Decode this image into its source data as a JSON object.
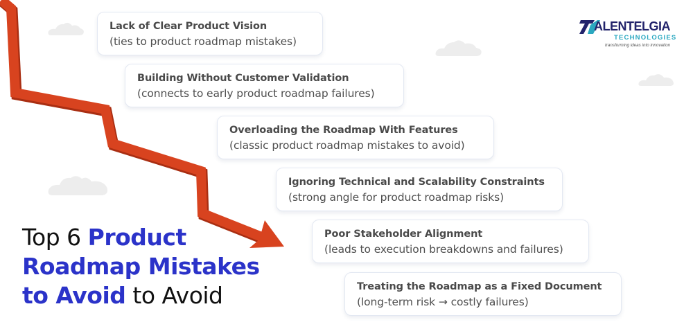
{
  "brand": {
    "name": "TALENTELGIA",
    "name_rest": "ALENTELGIA",
    "sub": "TECHNOLOGIES",
    "tagline": "transforming ideas into innovation",
    "colors": {
      "navy": "#22236b",
      "teal": "#2aa8c0"
    }
  },
  "headline": {
    "prefix": "Top 6 ",
    "highlight_line1": "Product",
    "highlight_line2": "Roadmap Mistakes",
    "highlight_line3": "to Avoid",
    "suffix": " to Avoid",
    "highlight_color": "#2b33c9"
  },
  "arrow": {
    "color": "#d8431f",
    "direction": "down-right",
    "icon": "descending-trend-arrow"
  },
  "mistakes": [
    {
      "title": "Lack of Clear Product Vision",
      "subtitle": "(ties to product roadmap mistakes)"
    },
    {
      "title": "Building Without Customer Validation",
      "subtitle": "(connects to early product roadmap failures)"
    },
    {
      "title": "Overloading the Roadmap With Features",
      "subtitle": "(classic product roadmap mistakes to avoid)"
    },
    {
      "title": "Ignoring Technical and Scalability Constraints",
      "subtitle": "(strong angle for product roadmap risks)"
    },
    {
      "title": "Poor Stakeholder Alignment",
      "subtitle": "(leads to execution breakdowns and failures)"
    },
    {
      "title": "Treating the Roadmap as a Fixed Document",
      "subtitle": "(long-term risk → costly failures)"
    }
  ]
}
